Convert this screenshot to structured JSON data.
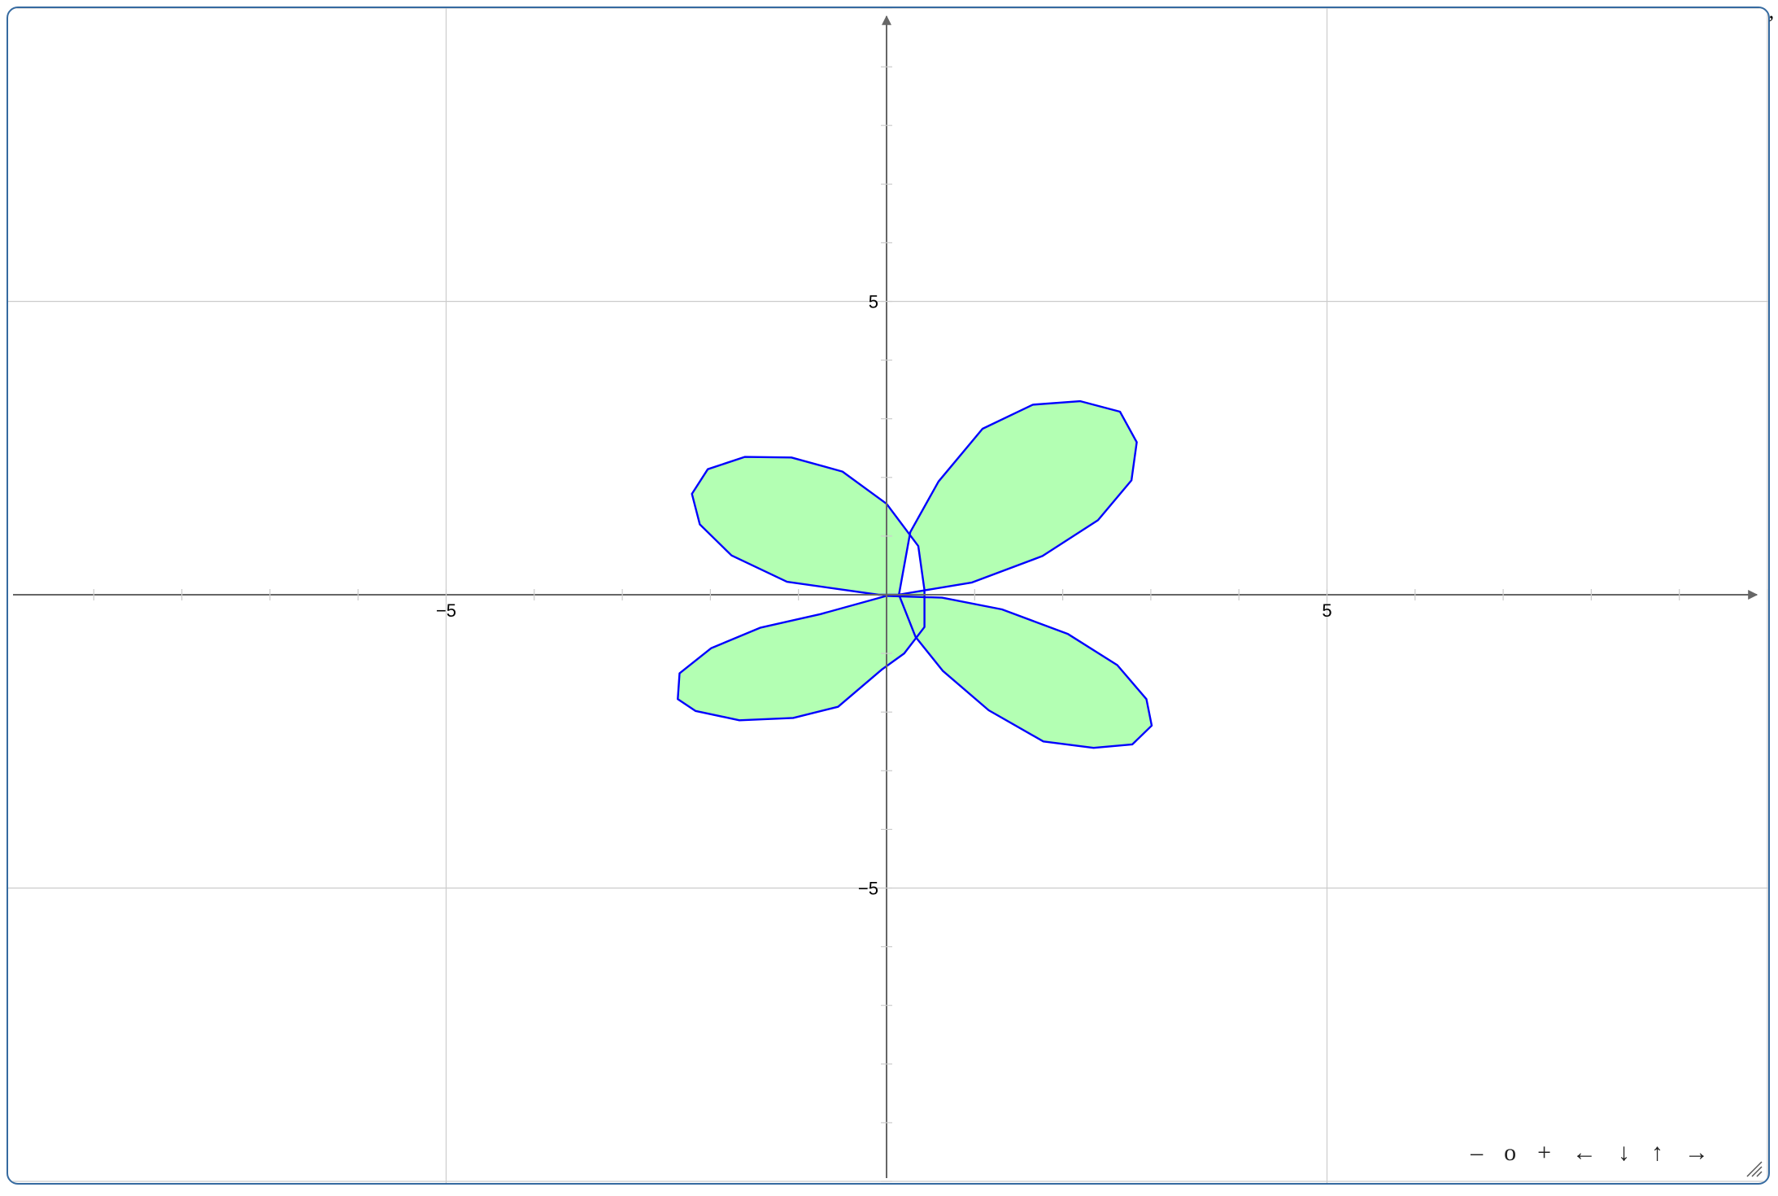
{
  "colors": {
    "frame": "#356aa0",
    "axis": "#666666",
    "grid": "#cccccc",
    "curve_stroke": "#0000ff",
    "curve_fill": "#b3ffb3"
  },
  "corner_mark": "ʼ",
  "navigation": [
    {
      "name": "zoom-out-button",
      "label": "–"
    },
    {
      "name": "zoom-reset-button",
      "label": "o"
    },
    {
      "name": "zoom-in-button",
      "label": "+"
    },
    {
      "name": "pan-left-button",
      "label": "←"
    },
    {
      "name": "pan-down-button",
      "label": "↓"
    },
    {
      "name": "pan-up-button",
      "label": "↑"
    },
    {
      "name": "pan-right-button",
      "label": "→"
    }
  ],
  "chart_data": {
    "type": "line",
    "description_kind": "filled parametric curve (four-petal rose) on cartesian axes",
    "xlim": [
      -10,
      10
    ],
    "ylim": [
      -10,
      10
    ],
    "grid": true,
    "major_grid_step": 5,
    "minor_tick_step": 1,
    "x_tick_labels": [
      {
        "value": -5,
        "label": "−5"
      },
      {
        "value": 5,
        "label": "5"
      }
    ],
    "y_tick_labels": [
      {
        "value": 5,
        "label": "5"
      },
      {
        "value": -5,
        "label": "−5"
      }
    ],
    "series": [
      {
        "points": [
          [
            0.13,
            0.0
          ],
          [
            0.97,
            0.21
          ],
          [
            1.77,
            0.66
          ],
          [
            2.4,
            1.27
          ],
          [
            2.78,
            1.95
          ],
          [
            2.84,
            2.6
          ],
          [
            2.65,
            3.12
          ],
          [
            2.2,
            3.3
          ],
          [
            1.66,
            3.24
          ],
          [
            1.09,
            2.83
          ],
          [
            0.59,
            1.93
          ],
          [
            0.27,
            1.07
          ],
          [
            0.14,
            0.0
          ],
          [
            -0.09,
            0.0
          ],
          [
            -1.13,
            0.22
          ],
          [
            -1.76,
            0.67
          ],
          [
            -2.12,
            1.2
          ],
          [
            -2.21,
            1.72
          ],
          [
            -2.03,
            2.14
          ],
          [
            -1.61,
            2.35
          ],
          [
            -1.08,
            2.34
          ],
          [
            -0.5,
            2.1
          ],
          [
            0.0,
            1.55
          ],
          [
            0.36,
            0.83
          ],
          [
            0.43,
            0.08
          ],
          [
            0.43,
            -0.55
          ],
          [
            0.2,
            -1.0
          ],
          [
            -0.05,
            -1.27
          ],
          [
            -0.55,
            -1.91
          ],
          [
            -1.06,
            -2.1
          ],
          [
            -1.67,
            -2.14
          ],
          [
            -2.17,
            -1.98
          ],
          [
            -2.37,
            -1.78
          ],
          [
            -2.35,
            -1.34
          ],
          [
            -1.99,
            -0.91
          ],
          [
            -1.43,
            -0.56
          ],
          [
            -0.75,
            -0.33
          ],
          [
            0.0,
            -0.02
          ],
          [
            0.63,
            -0.05
          ],
          [
            1.31,
            -0.25
          ],
          [
            2.06,
            -0.67
          ],
          [
            2.62,
            -1.2
          ],
          [
            2.95,
            -1.78
          ],
          [
            3.01,
            -2.23
          ],
          [
            2.79,
            -2.55
          ],
          [
            2.35,
            -2.61
          ],
          [
            1.78,
            -2.5
          ],
          [
            1.16,
            -1.97
          ],
          [
            0.64,
            -1.3
          ],
          [
            0.33,
            -0.72
          ],
          [
            0.14,
            0.0
          ]
        ]
      }
    ]
  }
}
